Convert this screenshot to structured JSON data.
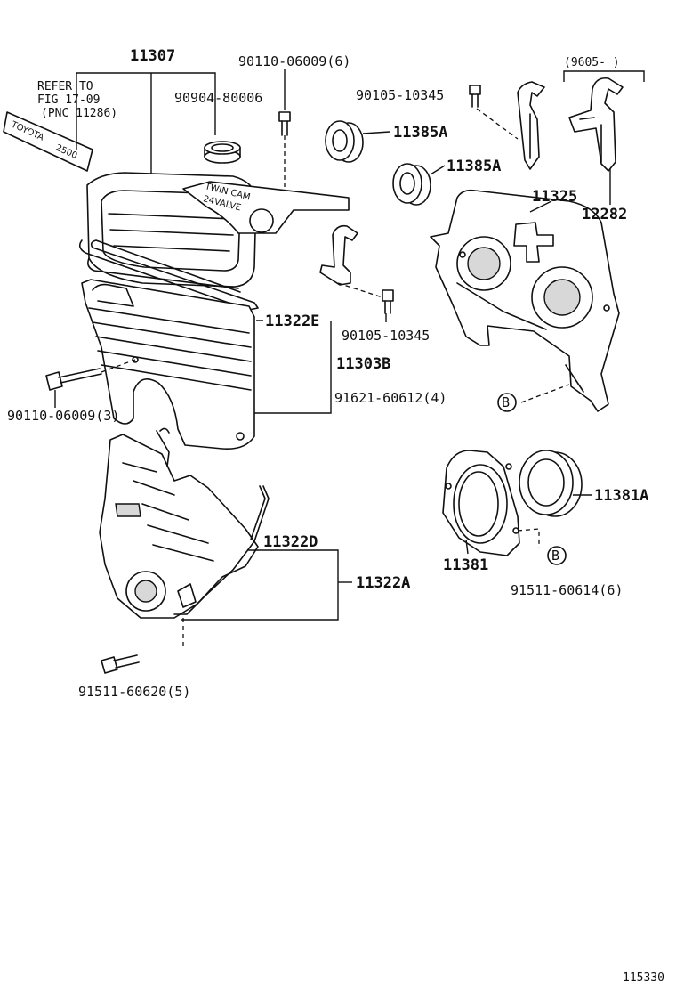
{
  "refer": {
    "line1": "REFER TO",
    "line2": "FIG 17-09",
    "line3": "(PNC 11286)"
  },
  "nameplate": {
    "brand": "TOYOTA",
    "model": "2500"
  },
  "cover_emboss": {
    "line1": "TWIN CAM",
    "line2": "24VALVE"
  },
  "bracket_range": "(9605-      )",
  "labels": {
    "p11307": "11307",
    "p90110_6": "90110-06009(6)",
    "p90904": "90904-80006",
    "p90105_a": "90105-10345",
    "p11385a_1": "11385A",
    "p11385a_2": "11385A",
    "p11325": "11325",
    "p12282": "12282",
    "p90105_b": "90105-10345",
    "p11322e": "11322E",
    "p11303b": "11303B",
    "p90110_3": "90110-06009(3)",
    "p91621": "91621-60612(4)",
    "p11381a": "11381A",
    "p11381": "11381",
    "p91511_6": "91511-60614(6)",
    "p11322d": "11322D",
    "p11322a": "11322A",
    "p91511_5": "91511-60620(5)"
  },
  "callouts": {
    "b1": "B",
    "b2": "B"
  },
  "figure_id": "115330"
}
